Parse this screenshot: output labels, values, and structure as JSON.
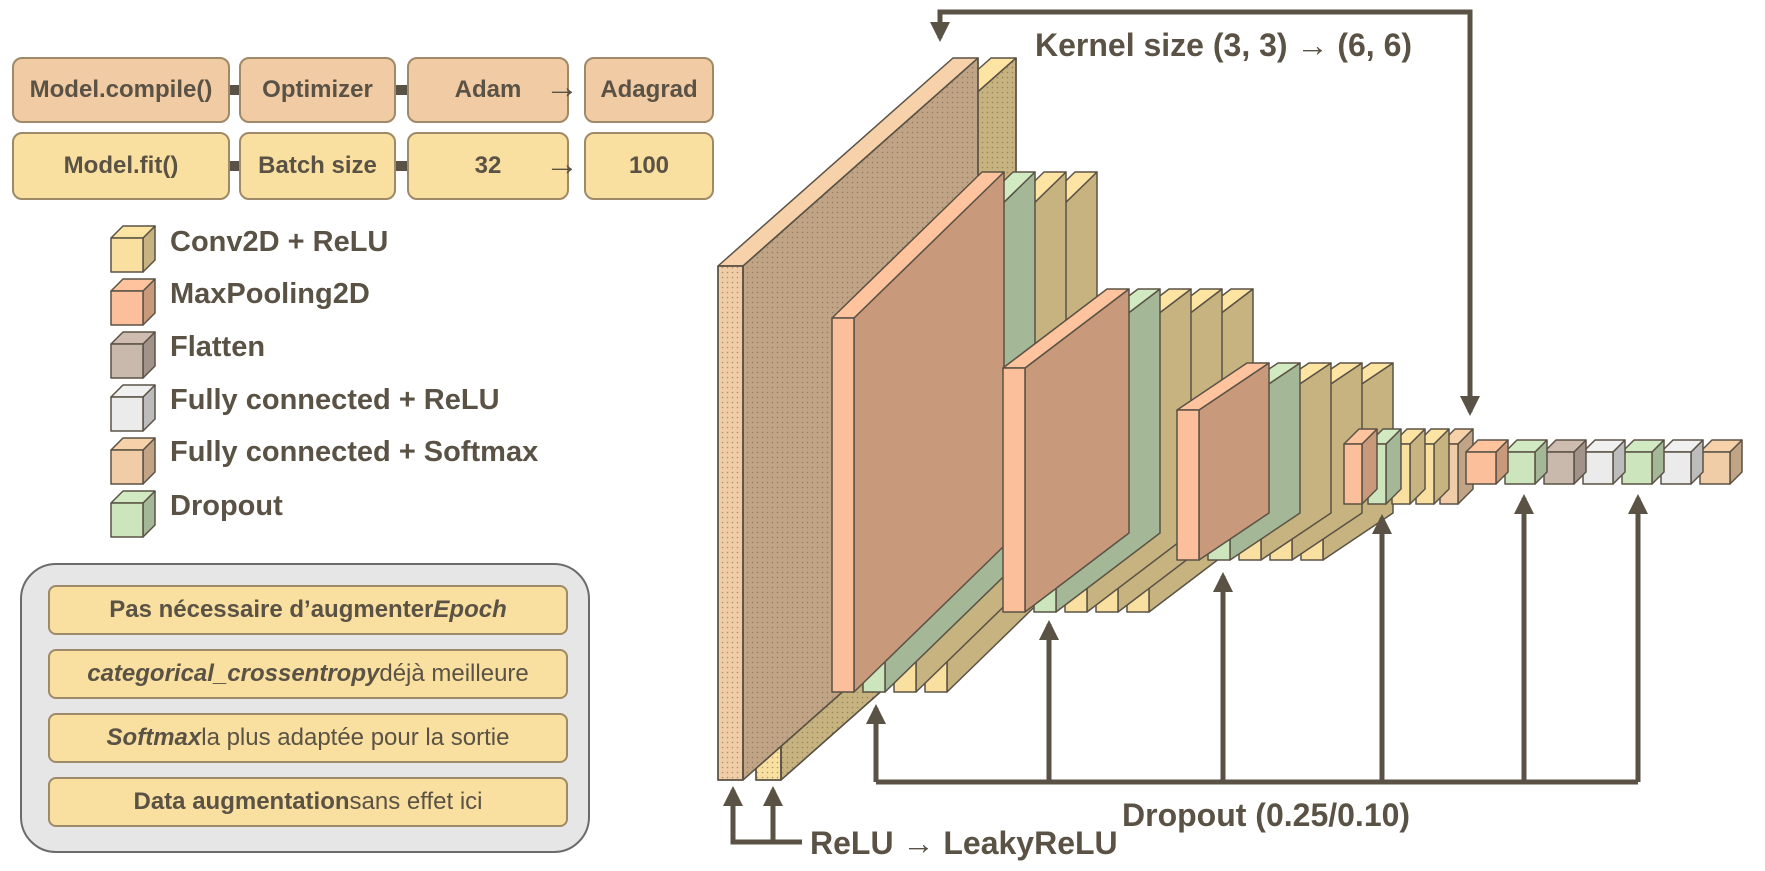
{
  "top_rows": [
    {
      "method": "Model.compile()",
      "param": "Optimizer",
      "from": "Adam",
      "to": "Adagrad"
    },
    {
      "method": "Model.fit()",
      "param": "Batch size",
      "from": "32",
      "to": "100"
    }
  ],
  "legend": [
    {
      "label": "Conv2D + ReLU",
      "color": "#f9e0a0"
    },
    {
      "label": "MaxPooling2D",
      "color": "#fbbf9b"
    },
    {
      "label": "Flatten",
      "color": "#c9b8ac"
    },
    {
      "label": "Fully connected + ReLU",
      "color": "#ebebeb"
    },
    {
      "label": "Fully connected + Softmax",
      "color": "#f1cda7"
    },
    {
      "label": "Dropout",
      "color": "#cde5bd"
    }
  ],
  "notes": [
    {
      "pre": "Pas nécessaire d’augmenter ",
      "em": "Epoch",
      "post": ""
    },
    {
      "pre": "",
      "em": "categorical_crossentropy",
      "post": " déjà meilleure"
    },
    {
      "pre": "",
      "em": "Softmax",
      "post": " la plus adaptée pour la sortie"
    },
    {
      "pre": "Data augmentation",
      "em": "",
      "post": " sans effet ici"
    }
  ],
  "annotations": {
    "kernel": "Kernel size (3, 3) → (6, 6)",
    "dropout": "Dropout (0.25/0.10)",
    "relu": "ReLU → LeakyReLU"
  }
}
